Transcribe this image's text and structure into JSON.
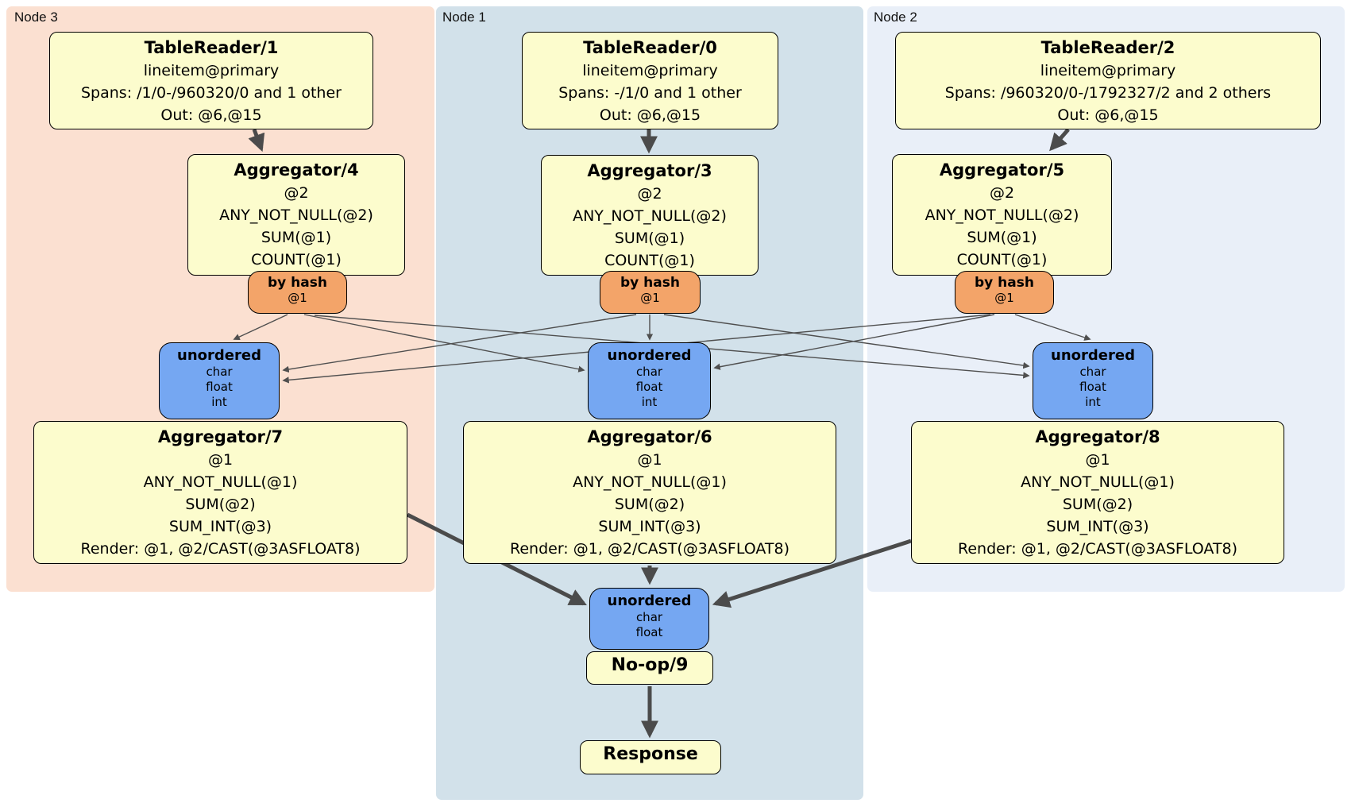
{
  "diagram_type": "distsql-query-plan",
  "colors": {
    "node3_region_bg": "#fbe0d1",
    "node1_region_bg": "#d2e1ea",
    "node2_region_bg": "#e9eff8",
    "processor_fill": "#fcfccd",
    "hash_router_fill": "#f3a469",
    "stream_sync_fill": "#75a7f2",
    "edge_color": "#4b4b4b"
  },
  "nodes": [
    {
      "label": "Node 3",
      "table_reader": {
        "title": "TableReader/1",
        "lines": [
          "lineitem@primary",
          "Spans: /1/0-/960320/0 and 1 other",
          "Out: @6,@15"
        ]
      },
      "aggregator_top": {
        "title": "Aggregator/4",
        "lines": [
          "@2",
          "ANY_NOT_NULL(@2)",
          "SUM(@1)",
          "COUNT(@1)"
        ]
      },
      "hash_router": {
        "title": "by hash",
        "lines": [
          "@1"
        ]
      },
      "unordered_sync": {
        "title": "unordered",
        "lines": [
          "char",
          "float",
          "int"
        ]
      },
      "aggregator_bottom": {
        "title": "Aggregator/7",
        "lines": [
          "@1",
          "ANY_NOT_NULL(@1)",
          "SUM(@2)",
          "SUM_INT(@3)",
          "Render: @1, @2/CAST(@3ASFLOAT8)"
        ]
      }
    },
    {
      "label": "Node 1",
      "table_reader": {
        "title": "TableReader/0",
        "lines": [
          "lineitem@primary",
          "Spans: -/1/0 and 1 other",
          "Out: @6,@15"
        ]
      },
      "aggregator_top": {
        "title": "Aggregator/3",
        "lines": [
          "@2",
          "ANY_NOT_NULL(@2)",
          "SUM(@1)",
          "COUNT(@1)"
        ]
      },
      "hash_router": {
        "title": "by hash",
        "lines": [
          "@1"
        ]
      },
      "unordered_sync": {
        "title": "unordered",
        "lines": [
          "char",
          "float",
          "int"
        ]
      },
      "aggregator_bottom": {
        "title": "Aggregator/6",
        "lines": [
          "@1",
          "ANY_NOT_NULL(@1)",
          "SUM(@2)",
          "SUM_INT(@3)",
          "Render: @1, @2/CAST(@3ASFLOAT8)"
        ]
      }
    },
    {
      "label": "Node 2",
      "table_reader": {
        "title": "TableReader/2",
        "lines": [
          "lineitem@primary",
          "Spans: /960320/0-/1792327/2 and 2 others",
          "Out: @6,@15"
        ]
      },
      "aggregator_top": {
        "title": "Aggregator/5",
        "lines": [
          "@2",
          "ANY_NOT_NULL(@2)",
          "SUM(@1)",
          "COUNT(@1)"
        ]
      },
      "hash_router": {
        "title": "by hash",
        "lines": [
          "@1"
        ]
      },
      "unordered_sync": {
        "title": "unordered",
        "lines": [
          "char",
          "float",
          "int"
        ]
      },
      "aggregator_bottom": {
        "title": "Aggregator/8",
        "lines": [
          "@1",
          "ANY_NOT_NULL(@1)",
          "SUM(@2)",
          "SUM_INT(@3)",
          "Render: @1, @2/CAST(@3ASFLOAT8)"
        ]
      }
    }
  ],
  "sink": {
    "unordered_sync": {
      "title": "unordered",
      "lines": [
        "char",
        "float"
      ]
    },
    "noop": {
      "title": "No-op/9"
    },
    "response": {
      "title": "Response"
    }
  },
  "edges": [
    {
      "from": "TableReader/1",
      "to": "Aggregator/4",
      "style": "thick"
    },
    {
      "from": "TableReader/0",
      "to": "Aggregator/3",
      "style": "thick"
    },
    {
      "from": "TableReader/2",
      "to": "Aggregator/5",
      "style": "thick"
    },
    {
      "from": "Aggregator/4 by hash",
      "to": "unordered (Node 3)",
      "style": "thin"
    },
    {
      "from": "Aggregator/4 by hash",
      "to": "unordered (Node 1)",
      "style": "thin"
    },
    {
      "from": "Aggregator/4 by hash",
      "to": "unordered (Node 2)",
      "style": "thin"
    },
    {
      "from": "Aggregator/3 by hash",
      "to": "unordered (Node 3)",
      "style": "thin"
    },
    {
      "from": "Aggregator/3 by hash",
      "to": "unordered (Node 1)",
      "style": "thin"
    },
    {
      "from": "Aggregator/3 by hash",
      "to": "unordered (Node 2)",
      "style": "thin"
    },
    {
      "from": "Aggregator/5 by hash",
      "to": "unordered (Node 3)",
      "style": "thin"
    },
    {
      "from": "Aggregator/5 by hash",
      "to": "unordered (Node 1)",
      "style": "thin"
    },
    {
      "from": "Aggregator/5 by hash",
      "to": "unordered (Node 2)",
      "style": "thin"
    },
    {
      "from": "Aggregator/7",
      "to": "unordered (final)",
      "style": "thick"
    },
    {
      "from": "Aggregator/6",
      "to": "unordered (final)",
      "style": "thick"
    },
    {
      "from": "Aggregator/8",
      "to": "unordered (final)",
      "style": "thick"
    },
    {
      "from": "No-op/9",
      "to": "Response",
      "style": "thick"
    }
  ]
}
